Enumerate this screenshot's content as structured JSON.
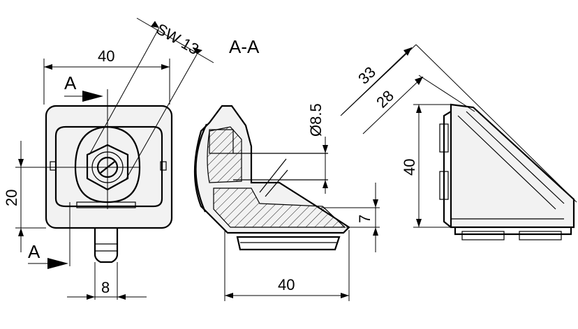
{
  "section_label": "A-A",
  "cut_marker_letter": "A",
  "dimensions": {
    "front_width": "40",
    "front_height": "20",
    "nut_width": "8",
    "wrench_size": "SW 13",
    "section_width": "40",
    "hole_diameter": "Ø8.5",
    "section_step": "7",
    "side_diag_outer": "33",
    "side_diag_inner": "28",
    "side_height": "40"
  }
}
